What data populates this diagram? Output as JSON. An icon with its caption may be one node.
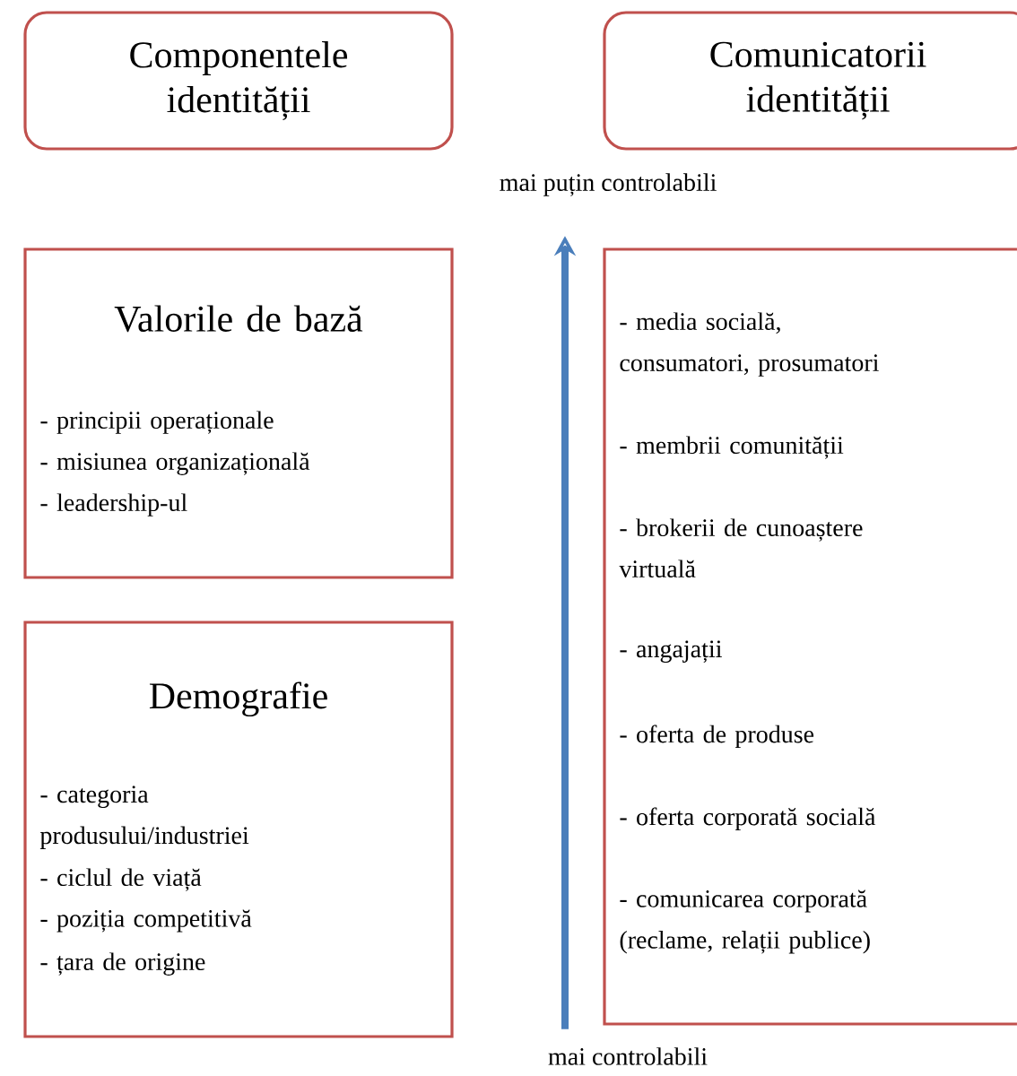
{
  "diagram": {
    "nodes": [
      {
        "text": [
          "Componentele identității"
        ]
      },
      {
        "text": [
          "Comunicatorii identității"
        ]
      },
      {
        "text": [
          "Valorile de bază",
          "- principii operaționale",
          "- misiunea organizațională",
          "- leadership-ul"
        ]
      },
      {
        "text": [
          "Demografie",
          "- categoria produsului/industriei",
          "- ciclul de viață",
          "- poziția competitivă",
          "- țara de origine"
        ]
      },
      {
        "text": [
          "- media socială, consumatori, prosumatori",
          "- membrii comunității",
          "- brokerii de cunoaștere virtuală",
          "- angajații",
          "- oferta de produse",
          "- oferta corporată socială",
          "- comunicarea corporată (reclame, relații publice)"
        ]
      },
      {
        "text": [
          "mai puțin controlabili"
        ]
      },
      {
        "text": [
          "mai controlabili"
        ]
      }
    ],
    "edges": [
      {
        "from": 6,
        "to": 5,
        "arrow": "to"
      }
    ]
  }
}
